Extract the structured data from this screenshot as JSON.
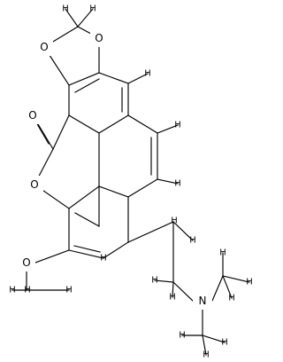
{
  "molecule": {
    "atoms": {
      "carbonyl_oxygen": "O",
      "lactone_oxygen": "O",
      "dioxole_oxygen_left": "O",
      "dioxole_oxygen_right": "O",
      "methoxy_oxygen": "O",
      "amine_nitrogen": "N"
    },
    "hydrogen_label": "H",
    "colors": {
      "bond": "#000000",
      "background": "#ffffff"
    }
  }
}
